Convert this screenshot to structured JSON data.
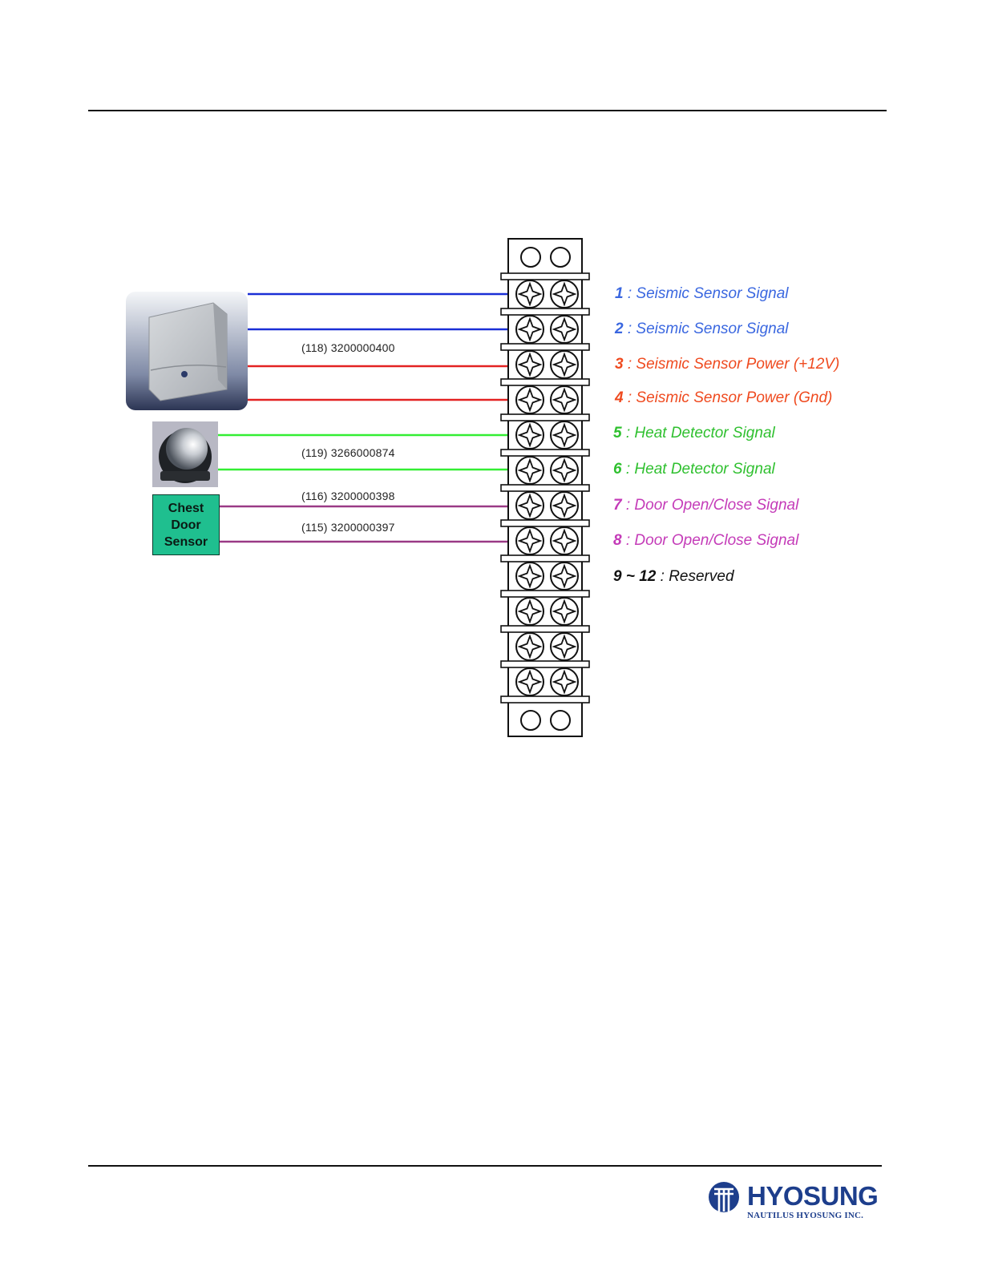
{
  "wire_labels": [
    {
      "text": "(118) 3200000400"
    },
    {
      "text": "(119) 3266000874"
    },
    {
      "text": "(116) 3200000398"
    },
    {
      "text": "(115) 3200000397"
    }
  ],
  "pins": [
    {
      "num": "1",
      "text": " : Seismic Sensor Signal",
      "color": "#3a67e0"
    },
    {
      "num": "2",
      "text": " : Seismic Sensor Signal",
      "color": "#3a67e0"
    },
    {
      "num": "3",
      "text": " : Seismic Sensor Power (+12V)",
      "color": "#ef4a1f"
    },
    {
      "num": "4",
      "text": " : Seismic Sensor Power (Gnd)",
      "color": "#ef4a1f"
    },
    {
      "num": "5",
      "text": " : Heat Detector  Signal",
      "color": "#2fc02f"
    },
    {
      "num": "6",
      "text": " : Heat Detector  Signal",
      "color": "#2fc02f"
    },
    {
      "num": "7",
      "text": " : Door Open/Close  Signal",
      "color": "#c43bb8"
    },
    {
      "num": "8",
      "text": " : Door Open/Close  Signal",
      "color": "#c43bb8"
    },
    {
      "num": "9 ~  12",
      "text": " : Reserved",
      "color": "#111111"
    }
  ],
  "sensor_box": {
    "line1": "Chest",
    "line2": "Door",
    "line3": "Sensor",
    "color": "#1fbf8f"
  },
  "wire_colors": {
    "seismic_signal": "#1a2fd6",
    "seismic_power": "#e32222",
    "heat": "#33ee33",
    "door": "#9a3a86"
  },
  "logo": {
    "name": "HYOSUNG",
    "sub": "NAUTILUS HYOSUNG INC.",
    "color": "#1d3e8c"
  }
}
